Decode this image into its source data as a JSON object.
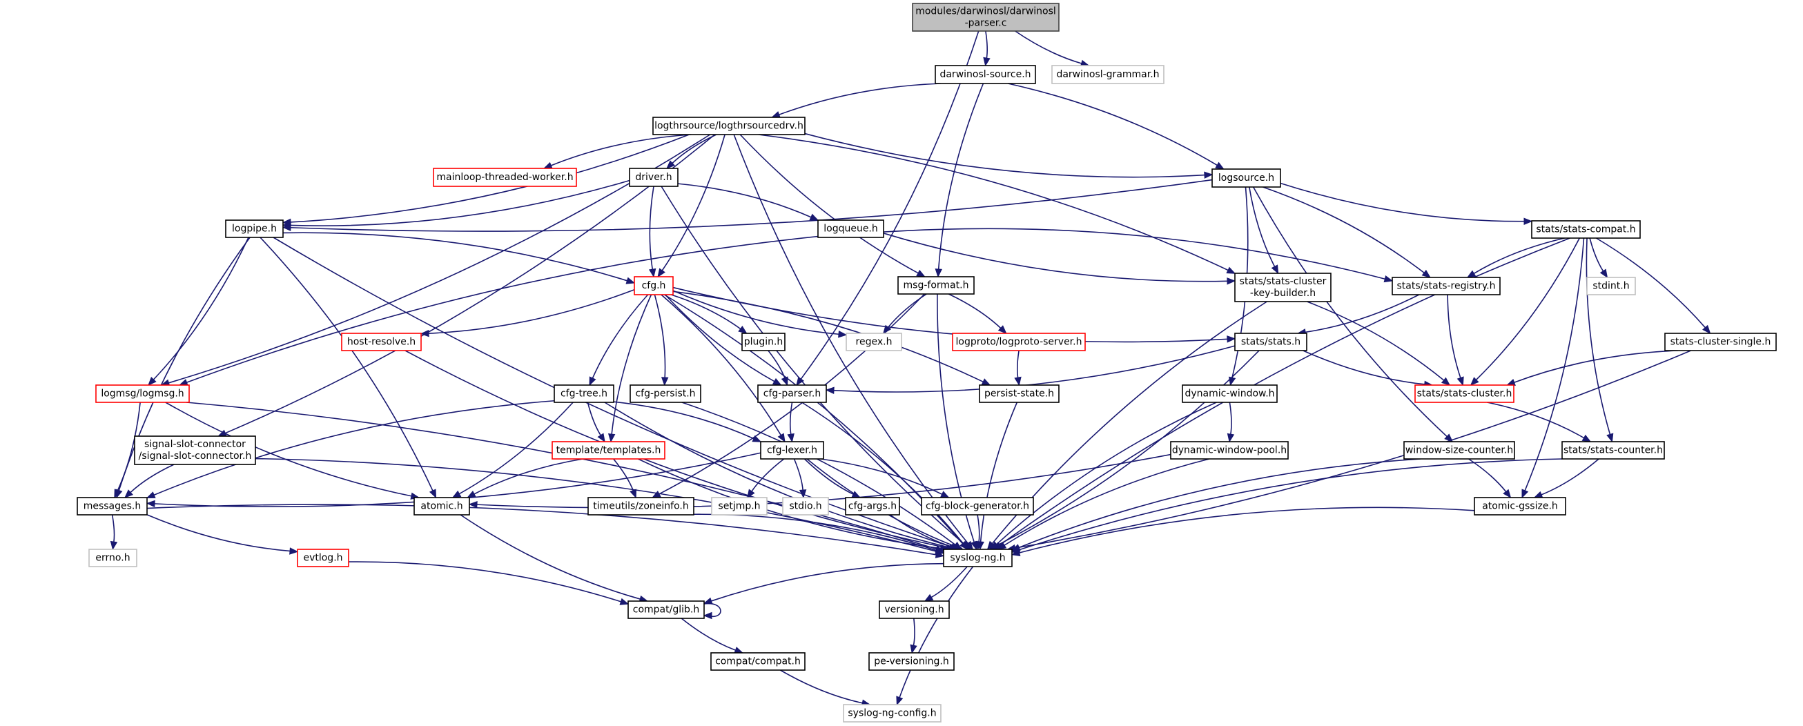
{
  "title": "Include dependency graph for modules/darwinosl/darwinosl-parser.c",
  "colors": {
    "edge": "#191970",
    "root_fill": "#bfbfbf",
    "normal_border": "#000000",
    "external_border": "#bfbfbf",
    "truncated_border": "#ff0000"
  },
  "nodes": [
    {
      "id": "parser",
      "label": [
        "modules/darwinosl/darwinosl",
        "-parser.c"
      ],
      "kind": "root"
    },
    {
      "id": "dsource",
      "label": [
        "darwinosl-source.h"
      ],
      "kind": "normal"
    },
    {
      "id": "dgrammar",
      "label": [
        "darwinosl-grammar.h"
      ],
      "kind": "external"
    },
    {
      "id": "logthr",
      "label": [
        "logthrsource/logthrsourcedrv.h"
      ],
      "kind": "normal"
    },
    {
      "id": "mainloop",
      "label": [
        "mainloop-threaded-worker.h"
      ],
      "kind": "truncated"
    },
    {
      "id": "driver",
      "label": [
        "driver.h"
      ],
      "kind": "normal"
    },
    {
      "id": "logsource",
      "label": [
        "logsource.h"
      ],
      "kind": "normal"
    },
    {
      "id": "logpipe",
      "label": [
        "logpipe.h"
      ],
      "kind": "normal"
    },
    {
      "id": "logqueue",
      "label": [
        "logqueue.h"
      ],
      "kind": "normal"
    },
    {
      "id": "cfg",
      "label": [
        "cfg.h"
      ],
      "kind": "truncated"
    },
    {
      "id": "msgformat",
      "label": [
        "msg-format.h"
      ],
      "kind": "normal"
    },
    {
      "id": "statscompat",
      "label": [
        "stats/stats-compat.h"
      ],
      "kind": "normal"
    },
    {
      "id": "keybuilder",
      "label": [
        "stats/stats-cluster",
        "-key-builder.h"
      ],
      "kind": "normal"
    },
    {
      "id": "statsregistry",
      "label": [
        "stats/stats-registry.h"
      ],
      "kind": "normal"
    },
    {
      "id": "stdint",
      "label": [
        "stdint.h"
      ],
      "kind": "external"
    },
    {
      "id": "hostresolve",
      "label": [
        "host-resolve.h"
      ],
      "kind": "truncated"
    },
    {
      "id": "plugin",
      "label": [
        "plugin.h"
      ],
      "kind": "normal"
    },
    {
      "id": "regex",
      "label": [
        "regex.h"
      ],
      "kind": "external"
    },
    {
      "id": "logproto",
      "label": [
        "logproto/logproto-server.h"
      ],
      "kind": "truncated"
    },
    {
      "id": "stats",
      "label": [
        "stats/stats.h"
      ],
      "kind": "normal"
    },
    {
      "id": "clustersingle",
      "label": [
        "stats-cluster-single.h"
      ],
      "kind": "normal"
    },
    {
      "id": "logmsg",
      "label": [
        "logmsg/logmsg.h"
      ],
      "kind": "truncated"
    },
    {
      "id": "cfgtree",
      "label": [
        "cfg-tree.h"
      ],
      "kind": "normal"
    },
    {
      "id": "cfgpersist",
      "label": [
        "cfg-persist.h"
      ],
      "kind": "normal"
    },
    {
      "id": "cfgparser",
      "label": [
        "cfg-parser.h"
      ],
      "kind": "normal"
    },
    {
      "id": "persiststate",
      "label": [
        "persist-state.h"
      ],
      "kind": "normal"
    },
    {
      "id": "dynwindow",
      "label": [
        "dynamic-window.h"
      ],
      "kind": "normal"
    },
    {
      "id": "statscluster",
      "label": [
        "stats/stats-cluster.h"
      ],
      "kind": "truncated"
    },
    {
      "id": "signalslot",
      "label": [
        "signal-slot-connector",
        "/signal-slot-connector.h"
      ],
      "kind": "normal"
    },
    {
      "id": "templates",
      "label": [
        "template/templates.h"
      ],
      "kind": "truncated"
    },
    {
      "id": "cfglexer",
      "label": [
        "cfg-lexer.h"
      ],
      "kind": "normal"
    },
    {
      "id": "dynwindowpool",
      "label": [
        "dynamic-window-pool.h"
      ],
      "kind": "normal"
    },
    {
      "id": "windowsize",
      "label": [
        "window-size-counter.h"
      ],
      "kind": "normal"
    },
    {
      "id": "statscounter",
      "label": [
        "stats/stats-counter.h"
      ],
      "kind": "normal"
    },
    {
      "id": "messages",
      "label": [
        "messages.h"
      ],
      "kind": "normal"
    },
    {
      "id": "atomic",
      "label": [
        "atomic.h"
      ],
      "kind": "normal"
    },
    {
      "id": "zoneinfo",
      "label": [
        "timeutils/zoneinfo.h"
      ],
      "kind": "normal"
    },
    {
      "id": "setjmp",
      "label": [
        "setjmp.h"
      ],
      "kind": "external"
    },
    {
      "id": "stdio",
      "label": [
        "stdio.h"
      ],
      "kind": "external"
    },
    {
      "id": "cfgargs",
      "label": [
        "cfg-args.h"
      ],
      "kind": "normal"
    },
    {
      "id": "cfgblockgen",
      "label": [
        "cfg-block-generator.h"
      ],
      "kind": "normal"
    },
    {
      "id": "atomicgssize",
      "label": [
        "atomic-gssize.h"
      ],
      "kind": "normal"
    },
    {
      "id": "errno",
      "label": [
        "errno.h"
      ],
      "kind": "external"
    },
    {
      "id": "evtlog",
      "label": [
        "evtlog.h"
      ],
      "kind": "truncated"
    },
    {
      "id": "syslogng",
      "label": [
        "syslog-ng.h"
      ],
      "kind": "normal"
    },
    {
      "id": "glib",
      "label": [
        "compat/glib.h"
      ],
      "kind": "normal"
    },
    {
      "id": "versioning",
      "label": [
        "versioning.h"
      ],
      "kind": "normal"
    },
    {
      "id": "compat",
      "label": [
        "compat/compat.h"
      ],
      "kind": "normal"
    },
    {
      "id": "peversioning",
      "label": [
        "pe-versioning.h"
      ],
      "kind": "normal"
    },
    {
      "id": "config",
      "label": [
        "syslog-ng-config.h"
      ],
      "kind": "external"
    }
  ],
  "edges": [
    [
      "parser",
      "dsource"
    ],
    [
      "parser",
      "dgrammar"
    ],
    [
      "parser",
      "cfgparser"
    ],
    [
      "dsource",
      "logthr"
    ],
    [
      "dsource",
      "logsource"
    ],
    [
      "dsource",
      "msgformat"
    ],
    [
      "logthr",
      "logmsg"
    ],
    [
      "logthr",
      "mainloop"
    ],
    [
      "logthr",
      "logpipe"
    ],
    [
      "logthr",
      "driver"
    ],
    [
      "logthr",
      "cfg"
    ],
    [
      "logthr",
      "msgformat"
    ],
    [
      "logthr",
      "signalslot"
    ],
    [
      "logthr",
      "logsource"
    ],
    [
      "logthr",
      "keybuilder"
    ],
    [
      "logthr",
      "syslogng"
    ],
    [
      "driver",
      "logpipe"
    ],
    [
      "driver",
      "cfg"
    ],
    [
      "driver",
      "logqueue"
    ],
    [
      "driver",
      "syslogng"
    ],
    [
      "logsource",
      "logpipe"
    ],
    [
      "logsource",
      "statscompat"
    ],
    [
      "logsource",
      "statsregistry"
    ],
    [
      "logsource",
      "keybuilder"
    ],
    [
      "logsource",
      "dynwindow"
    ],
    [
      "logsource",
      "windowsize"
    ],
    [
      "logpipe",
      "logmsg"
    ],
    [
      "logpipe",
      "messages"
    ],
    [
      "logpipe",
      "atomic"
    ],
    [
      "logpipe",
      "syslogng"
    ],
    [
      "logpipe",
      "cfg"
    ],
    [
      "logqueue",
      "logmsg"
    ],
    [
      "logqueue",
      "statsregistry"
    ],
    [
      "logqueue",
      "keybuilder"
    ],
    [
      "cfg",
      "hostresolve"
    ],
    [
      "cfg",
      "cfgtree"
    ],
    [
      "cfg",
      "cfgpersist"
    ],
    [
      "cfg",
      "templates"
    ],
    [
      "cfg",
      "plugin"
    ],
    [
      "cfg",
      "cfgparser"
    ],
    [
      "cfg",
      "cfglexer"
    ],
    [
      "cfg",
      "regex"
    ],
    [
      "cfg",
      "persiststate"
    ],
    [
      "cfg",
      "stats"
    ],
    [
      "cfg",
      "syslogng"
    ],
    [
      "msgformat",
      "regex"
    ],
    [
      "msgformat",
      "logproto"
    ],
    [
      "msgformat",
      "syslogng"
    ],
    [
      "msgformat",
      "zoneinfo"
    ],
    [
      "statscompat",
      "statsregistry"
    ],
    [
      "statscompat",
      "statscluster"
    ],
    [
      "statscompat",
      "stdint"
    ],
    [
      "statscompat",
      "clustersingle"
    ],
    [
      "statscompat",
      "statscounter"
    ],
    [
      "statscompat",
      "atomicgssize"
    ],
    [
      "statscompat",
      "syslogng"
    ],
    [
      "statsregistry",
      "stats"
    ],
    [
      "statsregistry",
      "statscluster"
    ],
    [
      "keybuilder",
      "statscluster"
    ],
    [
      "keybuilder",
      "syslogng"
    ],
    [
      "stats",
      "cfgparser"
    ],
    [
      "stats",
      "statscluster"
    ],
    [
      "stats",
      "syslogng"
    ],
    [
      "clustersingle",
      "statscluster"
    ],
    [
      "clustersingle",
      "syslogng"
    ],
    [
      "hostresolve",
      "syslogng"
    ],
    [
      "plugin",
      "cfgparser"
    ],
    [
      "logproto",
      "persiststate"
    ],
    [
      "logmsg",
      "messages"
    ],
    [
      "logmsg",
      "atomic"
    ],
    [
      "logmsg",
      "syslogng"
    ],
    [
      "cfgtree",
      "templates"
    ],
    [
      "cfgtree",
      "cfglexer"
    ],
    [
      "cfgtree",
      "messages"
    ],
    [
      "cfgtree",
      "atomic"
    ],
    [
      "cfgtree",
      "syslogng"
    ],
    [
      "cfgpersist",
      "syslogng"
    ],
    [
      "cfgparser",
      "cfglexer"
    ],
    [
      "cfgparser",
      "syslogng"
    ],
    [
      "persiststate",
      "syslogng"
    ],
    [
      "dynwindow",
      "dynwindowpool"
    ],
    [
      "dynwindow",
      "syslogng"
    ],
    [
      "statscluster",
      "statscounter"
    ],
    [
      "signalslot",
      "messages"
    ],
    [
      "signalslot",
      "syslogng"
    ],
    [
      "templates",
      "atomic"
    ],
    [
      "templates",
      "zoneinfo"
    ],
    [
      "templates",
      "syslogng"
    ],
    [
      "cfglexer",
      "messages"
    ],
    [
      "cfglexer",
      "setjmp"
    ],
    [
      "cfglexer",
      "stdio"
    ],
    [
      "cfglexer",
      "cfgargs"
    ],
    [
      "cfglexer",
      "cfgblockgen"
    ],
    [
      "cfglexer",
      "syslogng"
    ],
    [
      "dynwindowpool",
      "atomic"
    ],
    [
      "dynwindowpool",
      "syslogng"
    ],
    [
      "windowsize",
      "atomicgssize"
    ],
    [
      "windowsize",
      "syslogng"
    ],
    [
      "statscounter",
      "atomicgssize"
    ],
    [
      "statscounter",
      "syslogng"
    ],
    [
      "messages",
      "errno"
    ],
    [
      "messages",
      "evtlog"
    ],
    [
      "messages",
      "syslogng"
    ],
    [
      "atomic",
      "glib"
    ],
    [
      "zoneinfo",
      "syslogng"
    ],
    [
      "cfgargs",
      "syslogng"
    ],
    [
      "cfgblockgen",
      "syslogng"
    ],
    [
      "atomicgssize",
      "syslogng"
    ],
    [
      "evtlog",
      "glib"
    ],
    [
      "syslogng",
      "glib"
    ],
    [
      "syslogng",
      "versioning"
    ],
    [
      "syslogng",
      "config"
    ],
    [
      "glib",
      "glib"
    ],
    [
      "glib",
      "compat"
    ],
    [
      "versioning",
      "peversioning"
    ],
    [
      "compat",
      "config"
    ]
  ]
}
